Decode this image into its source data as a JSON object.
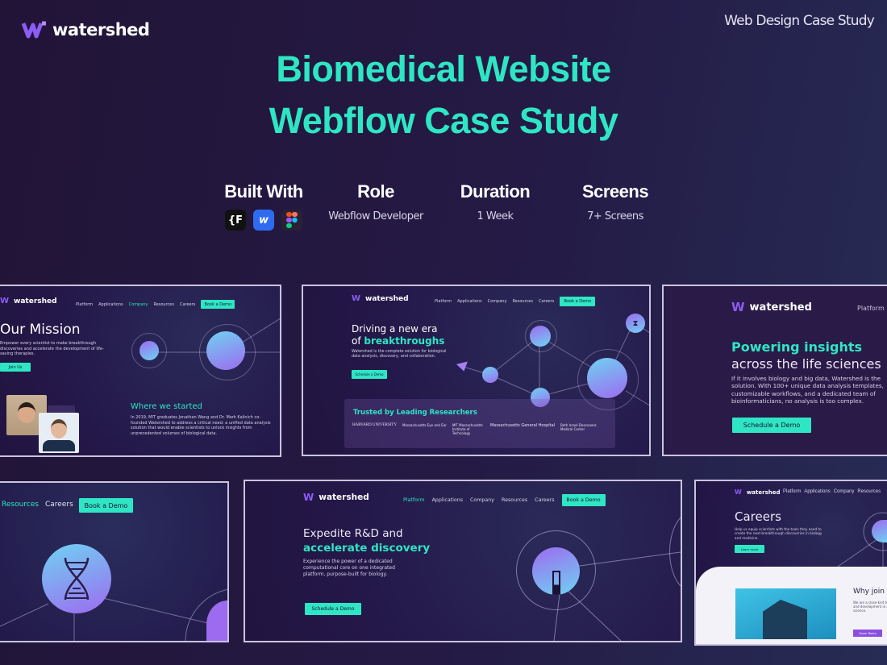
{
  "brand": {
    "name": "watershed",
    "accent": "#2ee6c4",
    "purple": "#8b5cf6"
  },
  "header": {
    "tag": "Web Design Case Study",
    "title_line1": "Biomedical Website",
    "title_line2": "Webflow Case Study"
  },
  "stats": [
    {
      "label": "Built With",
      "tools": [
        "{F",
        "w",
        "figma"
      ]
    },
    {
      "label": "Role",
      "value": "Webflow Developer"
    },
    {
      "label": "Duration",
      "value": "1 Week"
    },
    {
      "label": "Screens",
      "value": "7+ Screens"
    }
  ],
  "nav": {
    "items": [
      "Platform",
      "Applications",
      "Company",
      "Resources",
      "Careers"
    ],
    "cta": "Book a Demo"
  },
  "screens": {
    "mission": {
      "title": "Our Mission",
      "text": "Empower every scientist to make breakthrough discoveries and accelerate the development of life-saving therapies.",
      "button": "Join Us",
      "sub_title": "Where we started",
      "sub_text": "In 2019, MIT graduates Jonathan Wang and Dr. Mark Kalinich co-founded Watershed to address a critical need: a unified data analysis solution that would enable scientists to unlock insights from unprecedented volumes of biological data."
    },
    "home": {
      "line1": "Driving a new era",
      "line2_prefix": "of ",
      "line2_accent": "breakthroughs",
      "text": "Watershed is the complete solution for biological data analysis, discovery, and collaboration.",
      "button": "Schedule a Demo",
      "trusted": "Trusted by Leading Researchers",
      "logos": [
        "HARVARD UNIVERSITY",
        "Massachusetts Eye and Ear",
        "MIT Massachusetts Institute of Technology",
        "Massachusetts General Hospital",
        "Beth Israel Deaconess Medical Center"
      ]
    },
    "insights": {
      "nav_item": "Platform",
      "line1": "Powering insights",
      "line2": "across the life sciences",
      "text": "If it involves biology and big data, Watershed is the solution. With 100+ unique data analysis templates, customizable workflows, and a dedicated team of bioinformaticians, no analysis is too complex.",
      "button": "Schedule a Demo"
    },
    "resources": {
      "nav": [
        "Resources",
        "Careers"
      ],
      "cta": "Book a Demo"
    },
    "platform": {
      "line1": "Expedite R&D and",
      "line2": "accelerate discovery",
      "text": "Experience the power of a dedicated computational core on one integrated platform, purpose-built for biology.",
      "button": "Schedule a Demo"
    },
    "careers": {
      "nav": [
        "Platform",
        "Applications",
        "Company",
        "Resources"
      ],
      "title": "Careers",
      "text": "Help us equip scientists with the tools they need to create the next breakthrough discoveries in biology and medicine.",
      "button": "Learn more",
      "why": "Why join us",
      "why_text": "We are a close-knit team committed to driving research and development in an environment with direct impact on science.",
      "why_button": "Open Roles"
    }
  }
}
